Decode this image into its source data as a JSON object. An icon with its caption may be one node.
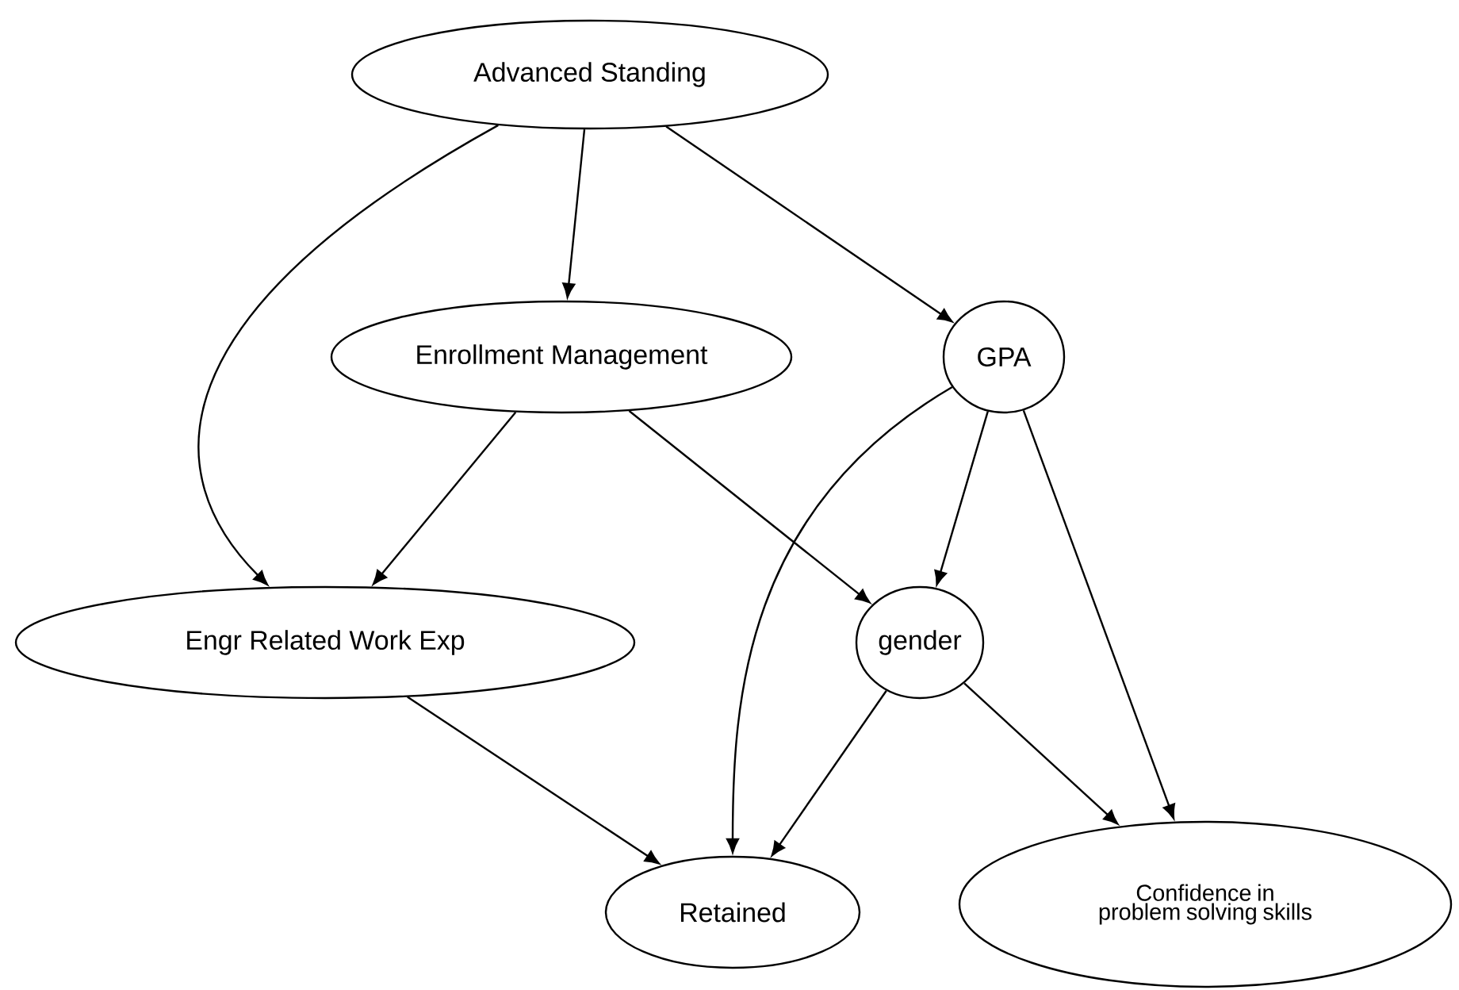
{
  "diagram": {
    "nodes": [
      {
        "text": [
          "Advanced Standing"
        ]
      },
      {
        "text": [
          "Enrollment Management"
        ]
      },
      {
        "text": [
          "GPA"
        ]
      },
      {
        "text": [
          "Engr Related Work Exp"
        ]
      },
      {
        "text": [
          "gender"
        ]
      },
      {
        "text": [
          "Retained"
        ]
      },
      {
        "text": [
          "Confidence in problem solving skills"
        ]
      }
    ],
    "edges": [
      {
        "from": 0,
        "to": 1,
        "arrow": "to"
      },
      {
        "from": 0,
        "to": 2,
        "arrow": "to"
      },
      {
        "from": 0,
        "to": 3,
        "arrow": "to"
      },
      {
        "from": 1,
        "to": 3,
        "arrow": "to"
      },
      {
        "from": 1,
        "to": 4,
        "arrow": "to"
      },
      {
        "from": 2,
        "to": 4,
        "arrow": "to"
      },
      {
        "from": 2,
        "to": 5,
        "arrow": "to"
      },
      {
        "from": 2,
        "to": 6,
        "arrow": "to"
      },
      {
        "from": 3,
        "to": 5,
        "arrow": "to"
      },
      {
        "from": 4,
        "to": 5,
        "arrow": "to"
      },
      {
        "from": 4,
        "to": 6,
        "arrow": "to"
      }
    ]
  }
}
